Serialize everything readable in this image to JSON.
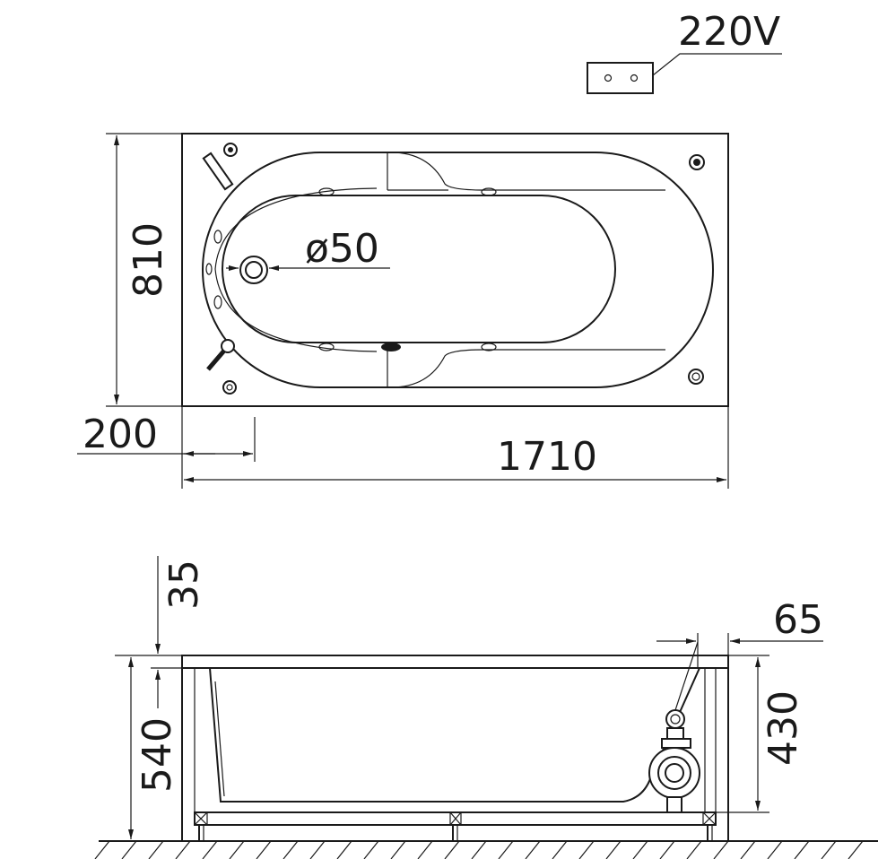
{
  "diagram": {
    "voltage_label": "220V",
    "top_view": {
      "width_label": "810",
      "drain_label": "ø50",
      "offset_label": "200",
      "length_label": "1710"
    },
    "side_view": {
      "rim_label": "35",
      "total_height_label": "540",
      "panel_label": "65",
      "inner_height_label": "430"
    },
    "colors": {
      "line": "#1a1a1a",
      "background": "#ffffff"
    }
  }
}
